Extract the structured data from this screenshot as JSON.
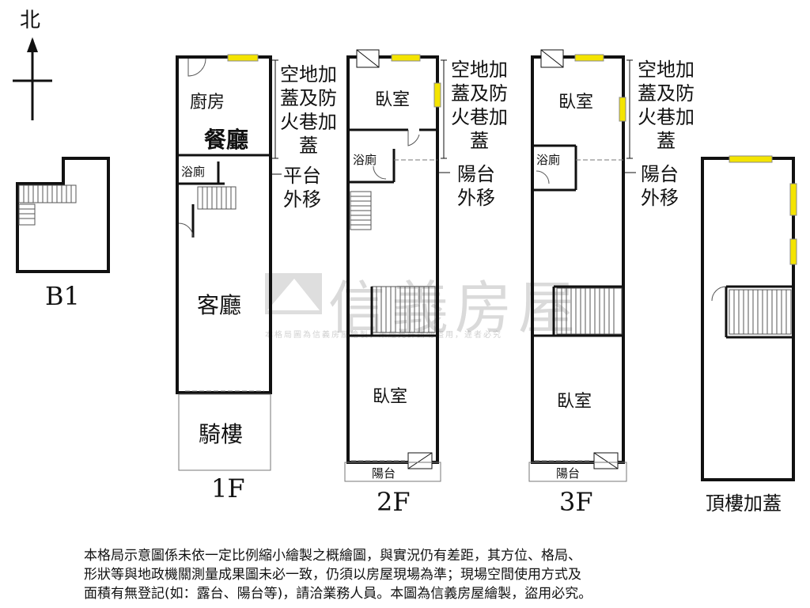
{
  "compass": {
    "north_label": "北"
  },
  "floors": {
    "b1": {
      "label": "B1"
    },
    "f1": {
      "label": "1F",
      "rooms": {
        "kitchen": "廚房",
        "dining": "餐廳",
        "bath": "浴廁",
        "living": "客廳",
        "arcade": "騎樓"
      },
      "notes": {
        "open_space": [
          "空地加",
          "蓋及防",
          "火巷加",
          "蓋"
        ],
        "platform": [
          "平台",
          "外移"
        ]
      }
    },
    "f2": {
      "label": "2F",
      "rooms": {
        "bedroom_front": "臥室",
        "bath": "浴廁",
        "bedroom_rear": "臥室",
        "balcony": "陽台"
      },
      "notes": {
        "open_space": [
          "空地加",
          "蓋及防",
          "火巷加",
          "蓋"
        ],
        "balcony_move": [
          "陽台",
          "外移"
        ]
      }
    },
    "f3": {
      "label": "3F",
      "rooms": {
        "bedroom_front": "臥室",
        "bath": "浴廁",
        "bedroom_rear": "臥室",
        "balcony": "陽台"
      },
      "notes": {
        "open_space": [
          "空地加",
          "蓋及防",
          "火巷加",
          "蓋"
        ],
        "balcony_move": [
          "陽台",
          "外移"
        ]
      }
    },
    "roof": {
      "label": "頂樓加蓋"
    }
  },
  "watermark": {
    "brand": "信義房屋",
    "subtext": "本格局圖為信義房屋繪製，未經允許請勿盜用，違者必究"
  },
  "disclaimer": [
    "本格局示意圖係未依一定比例縮小繪製之概繪圖，與實況仍有差距，其方位、格局、",
    "形狀等與地政機關測量成果圖未必一致，仍須以房屋現場為準；現場空間使用方式及",
    "面積有無登記(如：露台、陽台等)，請洽業務人員。本圖為信義房屋繪製，盜用必究。"
  ],
  "colors": {
    "wall": "#111111",
    "window": "#f4e400",
    "watermark": "#9a9a9a"
  }
}
